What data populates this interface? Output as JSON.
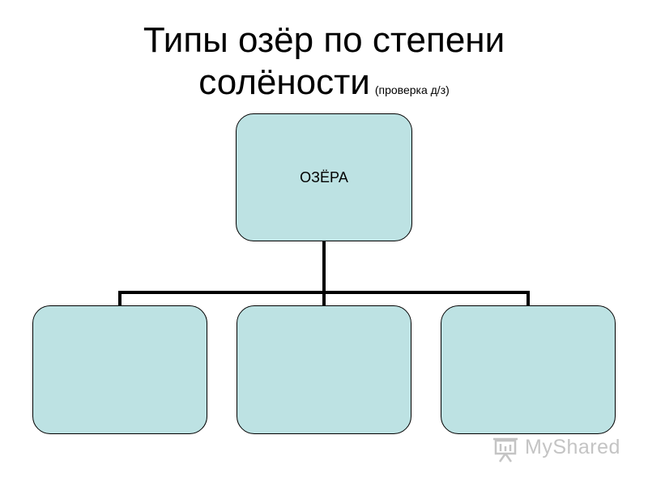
{
  "slide": {
    "title_line1": "Типы  озёр  по степени",
    "title_line2": "солёности",
    "title_note": "(проверка д/з)"
  },
  "diagram": {
    "root_label": "ОЗЁРА",
    "children": [
      "",
      "",
      ""
    ],
    "box_color": "#bde2e3",
    "line_color": "#000000"
  },
  "watermark": {
    "text": "MyShared",
    "icon": "projector-screen-icon"
  }
}
